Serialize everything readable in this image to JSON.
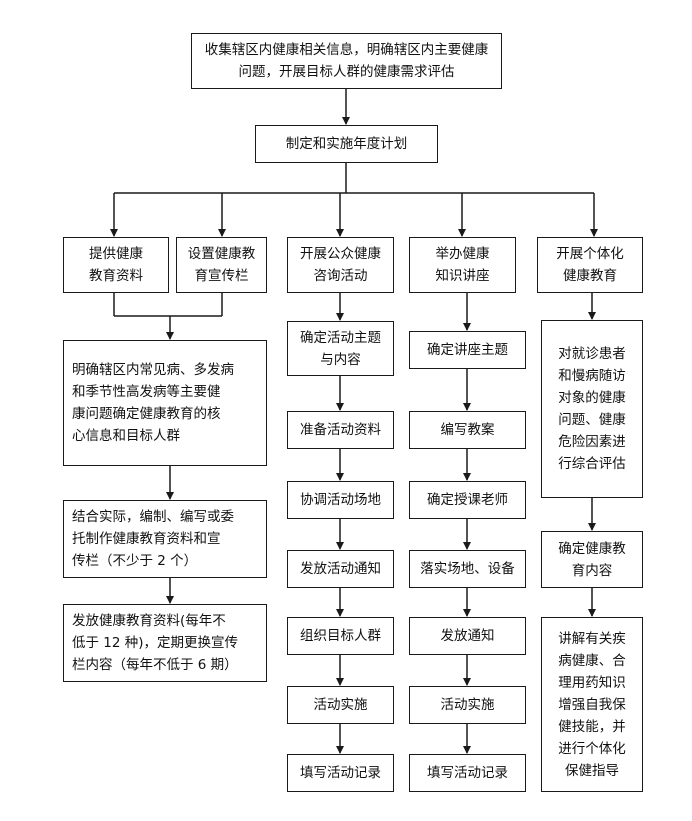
{
  "top": {
    "assess": "收集辖区内健康相关信息，明确辖区内主要健康\n问题，开展目标人群的健康需求评估",
    "plan": "制定和实施年度计划"
  },
  "branches": {
    "materials": "提供健康\n教育资料",
    "board": "设置健康教\n育宣传栏",
    "consult": "开展公众健康\n咨询活动",
    "lecture": "举办健康\n知识讲座",
    "individual": "开展个体化\n健康教育"
  },
  "left_col": [
    "明确辖区内常见病、多发病\n和季节性高发病等主要健\n康问题确定健康教育的核\n心信息和目标人群",
    "结合实际，编制、编写或委\n托制作健康教育资料和宣\n传栏（不少于 2 个）",
    "发放健康教育资料(每年不\n低于 12 种)，定期更换宣传\n栏内容（每年不低于 6 期）"
  ],
  "consult_col": [
    "确定活动主题\n与内容",
    "准备活动资料",
    "协调活动场地",
    "发放活动通知",
    "组织目标人群",
    "活动实施",
    "填写活动记录"
  ],
  "lecture_col": [
    "确定讲座主题",
    "编写教案",
    "确定授课老师",
    "落实场地、设备",
    "发放通知",
    "活动实施",
    "填写活动记录"
  ],
  "individual_col": [
    "对就诊患者\n和慢病随访\n对象的健康\n问题、健康\n危险因素进\n行综合评估",
    "确定健康教\n育内容",
    "讲解有关疾\n病健康、合\n理用药知识\n增强自我保\n健技能，并\n进行个体化\n保健指导"
  ]
}
